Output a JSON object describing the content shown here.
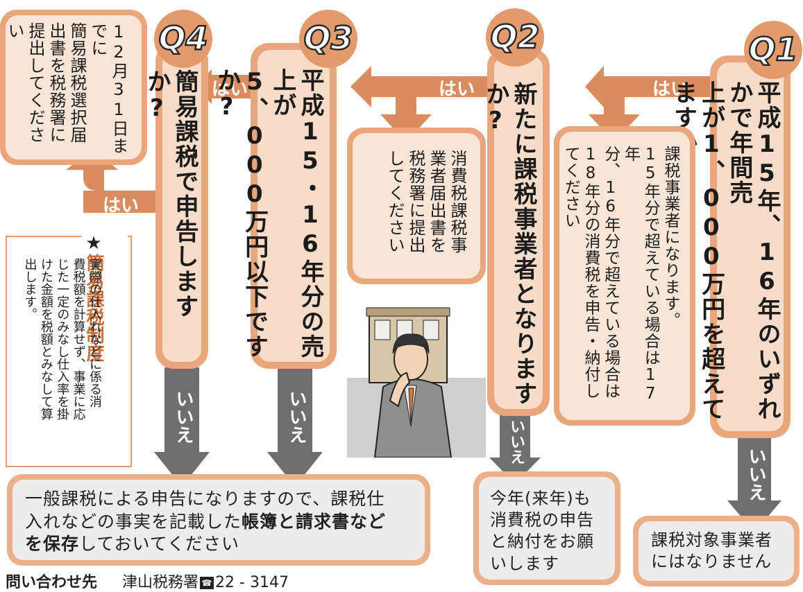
{
  "badges": {
    "q1": "Q1",
    "q2": "Q2",
    "q3": "Q3",
    "q4": "Q4"
  },
  "questions": {
    "q1": "平成15年、16年のいずれかで年間売\n上が1、000万円を超えてますか?",
    "q2": "新たに課税事業者となりますか?",
    "q3": "平成15・16年分の売上が\n5、000万円以下ですか?",
    "q4": "簡易課税で申告しますか?",
    "q4_star": "★"
  },
  "info": {
    "q1_yes": "課税事業者になります。\n15年分で超えている場合は17年\n分、16年分で超えている場合は\n18年分の消費税を申告・納付し\nてください",
    "q2_yes": "消費税課税事\n業者届出書を\n税務署に提出\nしてください",
    "q4_yes": "12月31日までに\n簡易課税選択届\n出書を税務署に\n提出してくださ\nい"
  },
  "labels": {
    "yes": "はい",
    "no": "いいえ"
  },
  "footnote": {
    "star": "★",
    "title": "簡易課税制度",
    "body": "実際の仕入れなどに係る消\n費税額を計算せず、事業に応\nじた一定のみなし仕入率を掛\nけた金額を税額とみなして算\n出します。"
  },
  "results": {
    "not_taxable": "課税対象事業者\nにはなりません",
    "q2_no": "今年(来年)も\n消費税の申告\nと納付をお願\nいします",
    "general_pre": "一般課税による申告になりますので、課税仕\n入れなどの事実を記載した",
    "general_bold1": "帳簿と請求書など",
    "general_bold2": "を保存",
    "general_post": "しておいてください"
  },
  "contact": {
    "label": "問い合わせ先",
    "office": "津山税務署",
    "phone_icon": "phone-icon",
    "phone": "22 - 3147"
  },
  "colors": {
    "accent": "#e39a6c",
    "arrow_gray": "#6e6e6e",
    "tan_light": "#f6dcc9"
  }
}
